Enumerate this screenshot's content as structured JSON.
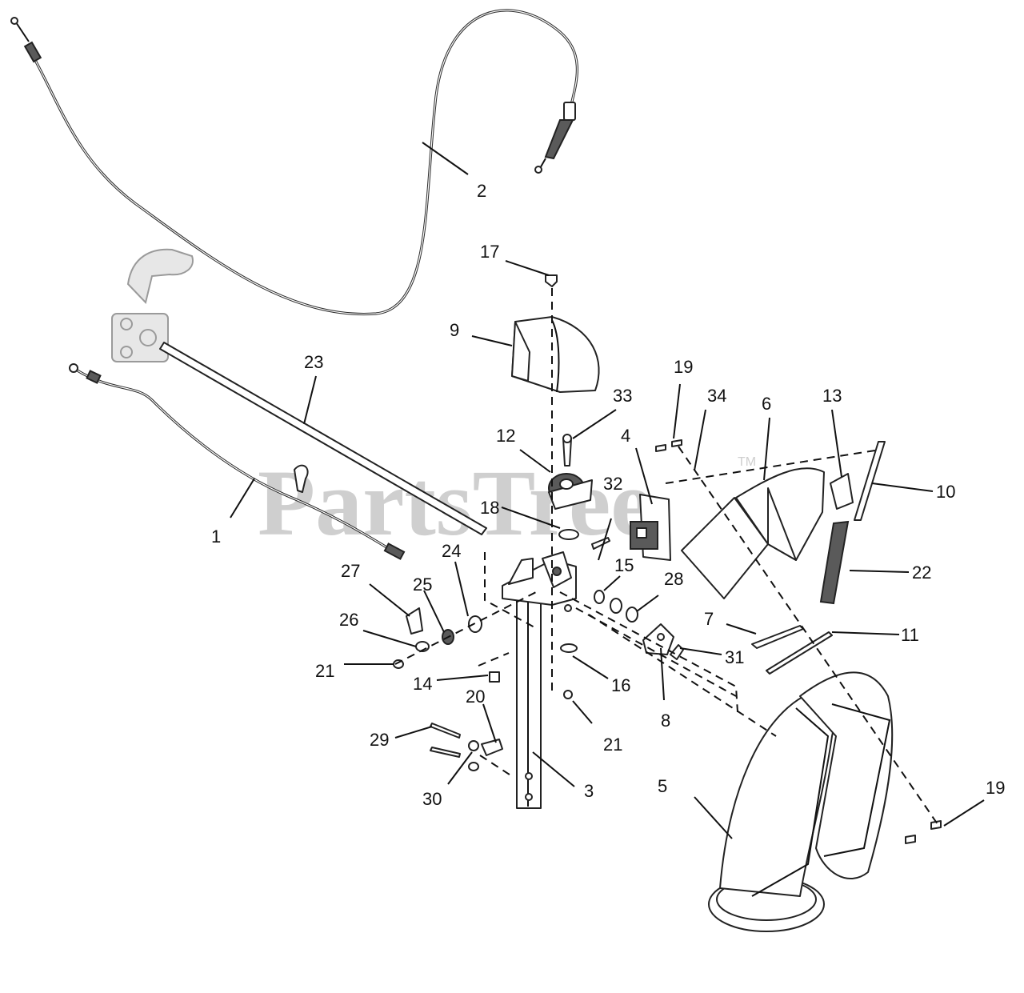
{
  "watermark": {
    "text": "PartsTree",
    "trademark": "TM"
  },
  "callouts": [
    {
      "label": "1"
    },
    {
      "label": "2"
    },
    {
      "label": "3"
    },
    {
      "label": "4"
    },
    {
      "label": "5"
    },
    {
      "label": "6"
    },
    {
      "label": "7"
    },
    {
      "label": "8"
    },
    {
      "label": "9"
    },
    {
      "label": "10"
    },
    {
      "label": "11"
    },
    {
      "label": "12"
    },
    {
      "label": "13"
    },
    {
      "label": "14"
    },
    {
      "label": "15"
    },
    {
      "label": "16"
    },
    {
      "label": "17"
    },
    {
      "label": "18"
    },
    {
      "label": "19"
    },
    {
      "label": "19"
    },
    {
      "label": "20"
    },
    {
      "label": "21"
    },
    {
      "label": "21"
    },
    {
      "label": "22"
    },
    {
      "label": "23"
    },
    {
      "label": "24"
    },
    {
      "label": "25"
    },
    {
      "label": "26"
    },
    {
      "label": "27"
    },
    {
      "label": "28"
    },
    {
      "label": "29"
    },
    {
      "label": "30"
    },
    {
      "label": "31"
    },
    {
      "label": "32"
    },
    {
      "label": "33"
    },
    {
      "label": "34"
    }
  ]
}
